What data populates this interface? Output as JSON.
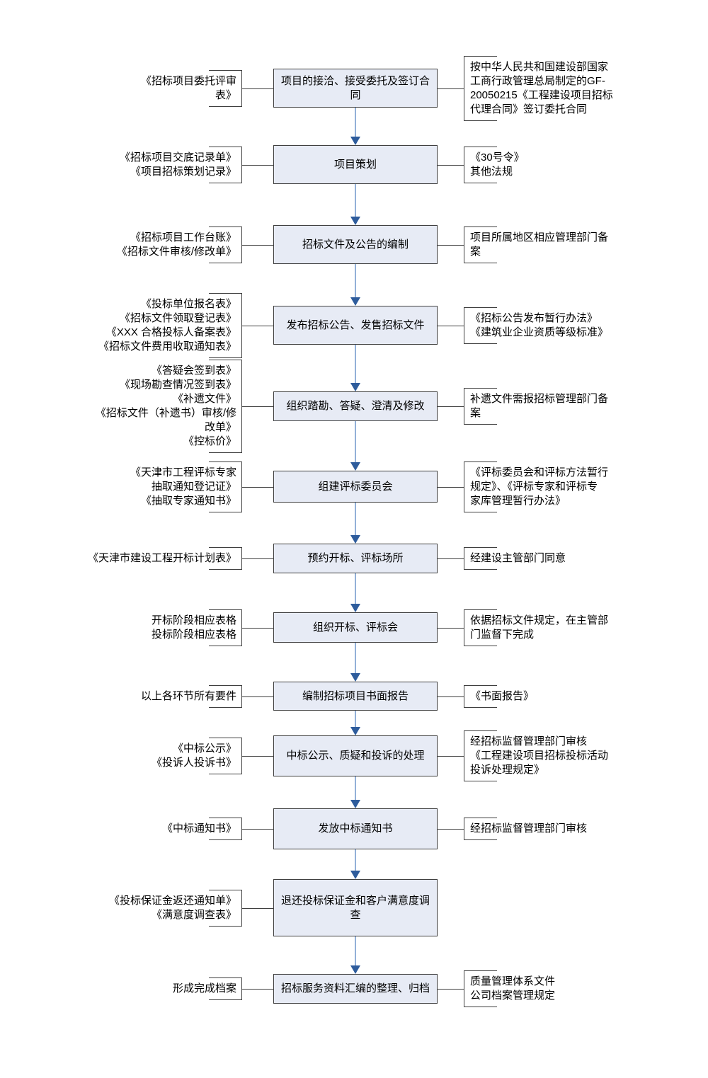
{
  "diagram_type": "flowchart",
  "colors": {
    "box_fill": "#e7ebf5",
    "box_border": "#3f3f3f",
    "connector": "#3f3f3f",
    "arrow_shaft": "#93b0d8",
    "arrow_head": "#2e5c9c"
  },
  "steps": [
    {
      "left": "《招标项目委托评审\n表》",
      "box": "项目的接洽、接受委托及签订合\n同",
      "right": "按中华人民共和国建设部国家\n工商行政管理总局制定的GF-\n20050215《工程建设项目招标\n代理合同》签订委托合同"
    },
    {
      "left": "《招标项目交底记录单》\n《项目招标策划记录》",
      "box": "项目策划",
      "right": "《30号令》\n其他法规"
    },
    {
      "left": "《招标项目工作台账》\n《招标文件审核/修改单》",
      "box": "招标文件及公告的编制",
      "right": "项目所属地区相应管理部门备\n案"
    },
    {
      "left": "《投标单位报名表》\n《招标文件领取登记表》\n《XXX 合格投标人备案表》\n《招标文件费用收取通知表》",
      "box": "发布招标公告、发售招标文件",
      "right": "《招标公告发布暂行办法》\n《建筑业企业资质等级标准》"
    },
    {
      "left": "《答疑会签到表》\n《现场勘查情况签到表》\n《补遗文件》\n《招标文件（补遗书）审核/修\n改单》\n《控标价》",
      "box": "组织踏勘、答疑、澄清及修改",
      "right": "补遗文件需报招标管理部门备\n案"
    },
    {
      "left": "《天津市工程评标专家\n抽取通知登记证》\n《抽取专家通知书》",
      "box": "组建评标委员会",
      "right": "《评标委员会和评标方法暂行\n规定》、《评标专家和评标专\n家库管理暂行办法》"
    },
    {
      "left": "《天津市建设工程开标计划表》",
      "box": "预约开标、评标场所",
      "right": "经建设主管部门同意"
    },
    {
      "left": "开标阶段相应表格\n投标阶段相应表格",
      "box": "组织开标、评标会",
      "right": "依据招标文件规定，在主管部\n门监督下完成"
    },
    {
      "left": "以上各环节所有要件",
      "box": "编制招标项目书面报告",
      "right": "《书面报告》"
    },
    {
      "left": "《中标公示》\n《投诉人投诉书》",
      "box": "中标公示、质疑和投诉的处理",
      "right": "经招标监督管理部门审核\n《工程建设项目招标投标活动\n投诉处理规定》"
    },
    {
      "left": "《中标通知书》",
      "box": "发放中标通知书",
      "right": "经招标监督管理部门审核"
    },
    {
      "left": "《投标保证金返还通知单》\n《满意度调查表》",
      "box": "退还投标保证金和客户满意度调\n查",
      "right": ""
    },
    {
      "left": "形成完成档案",
      "box": "招标服务资料汇编的整理、归档",
      "right": "质量管理体系文件\n公司档案管理规定"
    }
  ]
}
